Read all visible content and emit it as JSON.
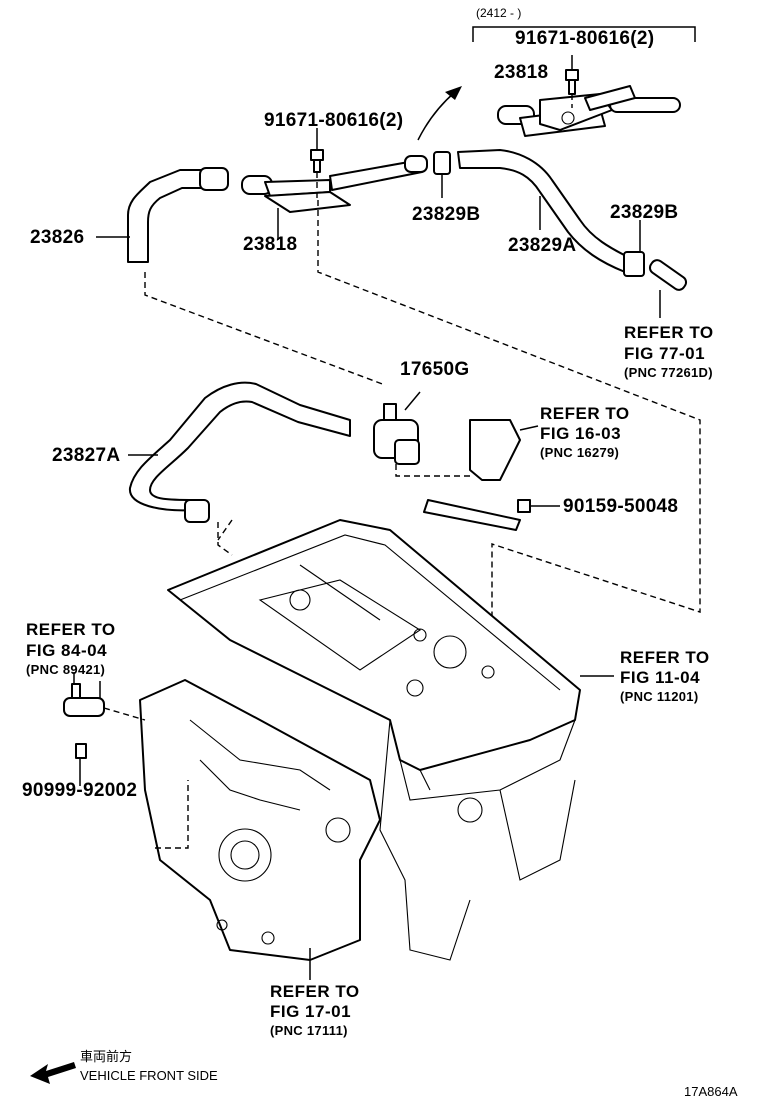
{
  "header": {
    "note_top": "(2412 -     )"
  },
  "labels": {
    "bolt_top": "91671-80616(2)",
    "bolt_mid": "91671-80616(2)",
    "p23818_top": "23818",
    "p23818_mid": "23818",
    "p23826": "23826",
    "p23829B_left": "23829B",
    "p23829A": "23829A",
    "p23829B_right": "23829B",
    "p17650G": "17650G",
    "p23827A": "23827A",
    "p90159": "90159-50048",
    "p90999": "90999-92002"
  },
  "refs": {
    "fig77": {
      "refer": "REFER TO",
      "fig": "FIG 77-01",
      "pnc": "(PNC 77261D)"
    },
    "fig16": {
      "refer": "REFER TO",
      "fig": "FIG 16-03",
      "pnc": "(PNC 16279)"
    },
    "fig84": {
      "refer": "REFER TO",
      "fig": "FIG 84-04",
      "pnc": "(PNC 89421)"
    },
    "fig11": {
      "refer": "REFER TO",
      "fig": "FIG 11-04",
      "pnc": "(PNC 11201)"
    },
    "fig17": {
      "refer": "REFER TO",
      "fig": "FIG 17-01",
      "pnc": "(PNC 17111)"
    }
  },
  "footer": {
    "front_jp": "車両前方",
    "front_en": "VEHICLE FRONT SIDE",
    "illustration_code": "17A864A"
  },
  "icons": [
    "arrow-left-icon",
    "arrow-up-right-icon"
  ]
}
